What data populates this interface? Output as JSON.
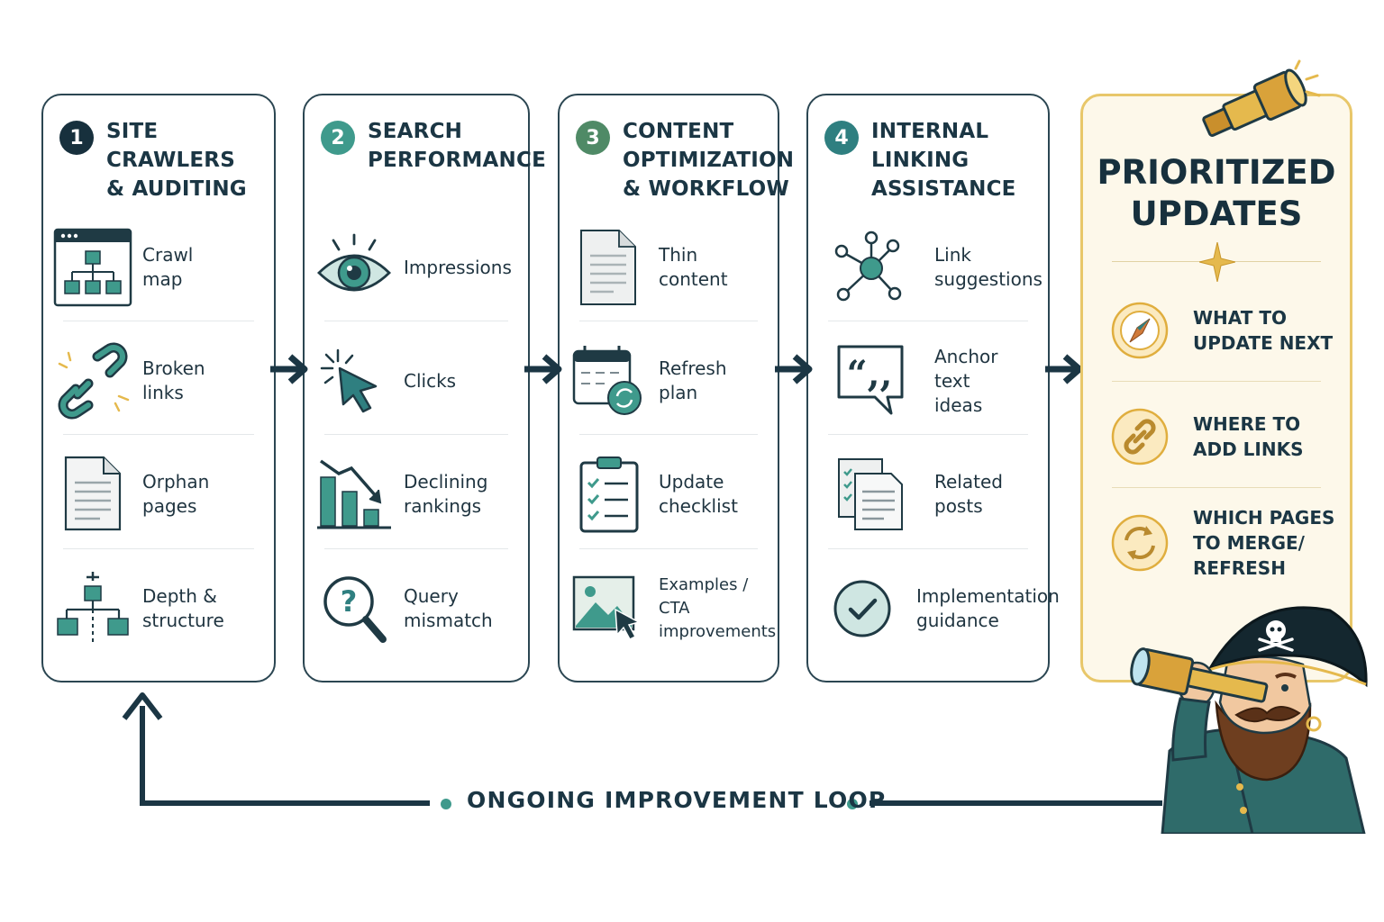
{
  "steps": [
    {
      "number": "1",
      "title": "Site crawlers\n& auditing",
      "items": [
        {
          "label": "Crawl\nmap",
          "icon": "sitemap-icon"
        },
        {
          "label": "Broken\nlinks",
          "icon": "broken-link-icon"
        },
        {
          "label": "Orphan\npages",
          "icon": "document-icon"
        },
        {
          "label": "Depth &\nstructure",
          "icon": "hierarchy-icon"
        }
      ]
    },
    {
      "number": "2",
      "title": "Search\nperformance",
      "items": [
        {
          "label": "Impressions",
          "icon": "eye-icon"
        },
        {
          "label": "Clicks",
          "icon": "cursor-click-icon"
        },
        {
          "label": "Declining\nrankings",
          "icon": "declining-bar-chart-icon"
        },
        {
          "label": "Query\nmismatch",
          "icon": "question-magnifier-icon"
        }
      ]
    },
    {
      "number": "3",
      "title": "Content\noptimization\n& workflow",
      "items": [
        {
          "label": "Thin\ncontent",
          "icon": "thin-document-icon"
        },
        {
          "label": "Refresh\nplan",
          "icon": "calendar-refresh-icon"
        },
        {
          "label": "Update\nchecklist",
          "icon": "clipboard-checklist-icon"
        },
        {
          "label": "Examples /\nCTA\nimprovements",
          "icon": "image-cursor-icon"
        }
      ]
    },
    {
      "number": "4",
      "title": "Internal linking\nassistance",
      "items": [
        {
          "label": "Link\nsuggestions",
          "icon": "network-nodes-icon"
        },
        {
          "label": "Anchor\ntext\nideas",
          "icon": "quote-bubble-icon"
        },
        {
          "label": "Related\nposts",
          "icon": "stacked-documents-icon"
        },
        {
          "label": "Implementation\nguidance",
          "icon": "check-circle-icon"
        }
      ]
    }
  ],
  "prioritized": {
    "title": "PRIORITIZED\nUPDATES",
    "items": [
      {
        "label": "What to\nupdate next",
        "icon": "compass-icon"
      },
      {
        "label": "Where to\nadd links",
        "icon": "link-icon"
      },
      {
        "label": "Which pages\nto merge/\nrefresh",
        "icon": "refresh-arrows-icon"
      }
    ]
  },
  "loop": {
    "label": "ONGOING IMPROVEMENT LOOP"
  },
  "colors": {
    "dark": "#1b3644",
    "teal": "#3f9a8c",
    "teal_dark": "#2f7f80",
    "green": "#4f8a66",
    "gold": "#e8c76a",
    "gold_fill": "#fdf8ea"
  },
  "illustrations": [
    "pirate-with-spyglass",
    "spyglass-icon",
    "compass-star-icon"
  ]
}
